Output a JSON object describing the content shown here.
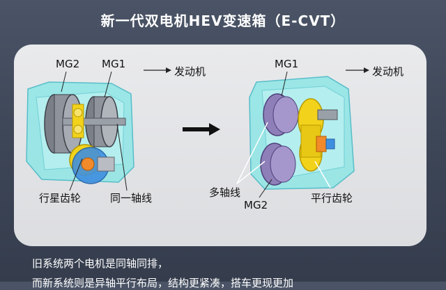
{
  "title": "新一代双电机HEV变速箱（E-CVT）",
  "left": {
    "mg2": "MG2",
    "mg1": "MG1",
    "engine": "发动机",
    "planetary": "行星齿轮",
    "coaxial": "同一轴线"
  },
  "right": {
    "mg1": "MG1",
    "engine": "发动机",
    "multi_axis": "多轴线",
    "mg2": "MG2",
    "parallel_gear": "平行齿轮"
  },
  "caption_line1": "旧系统两个电机是同轴同排，",
  "caption_line2": "而新系统则是异轴平行布局，结构更紧凑，搭车更现更加"
}
